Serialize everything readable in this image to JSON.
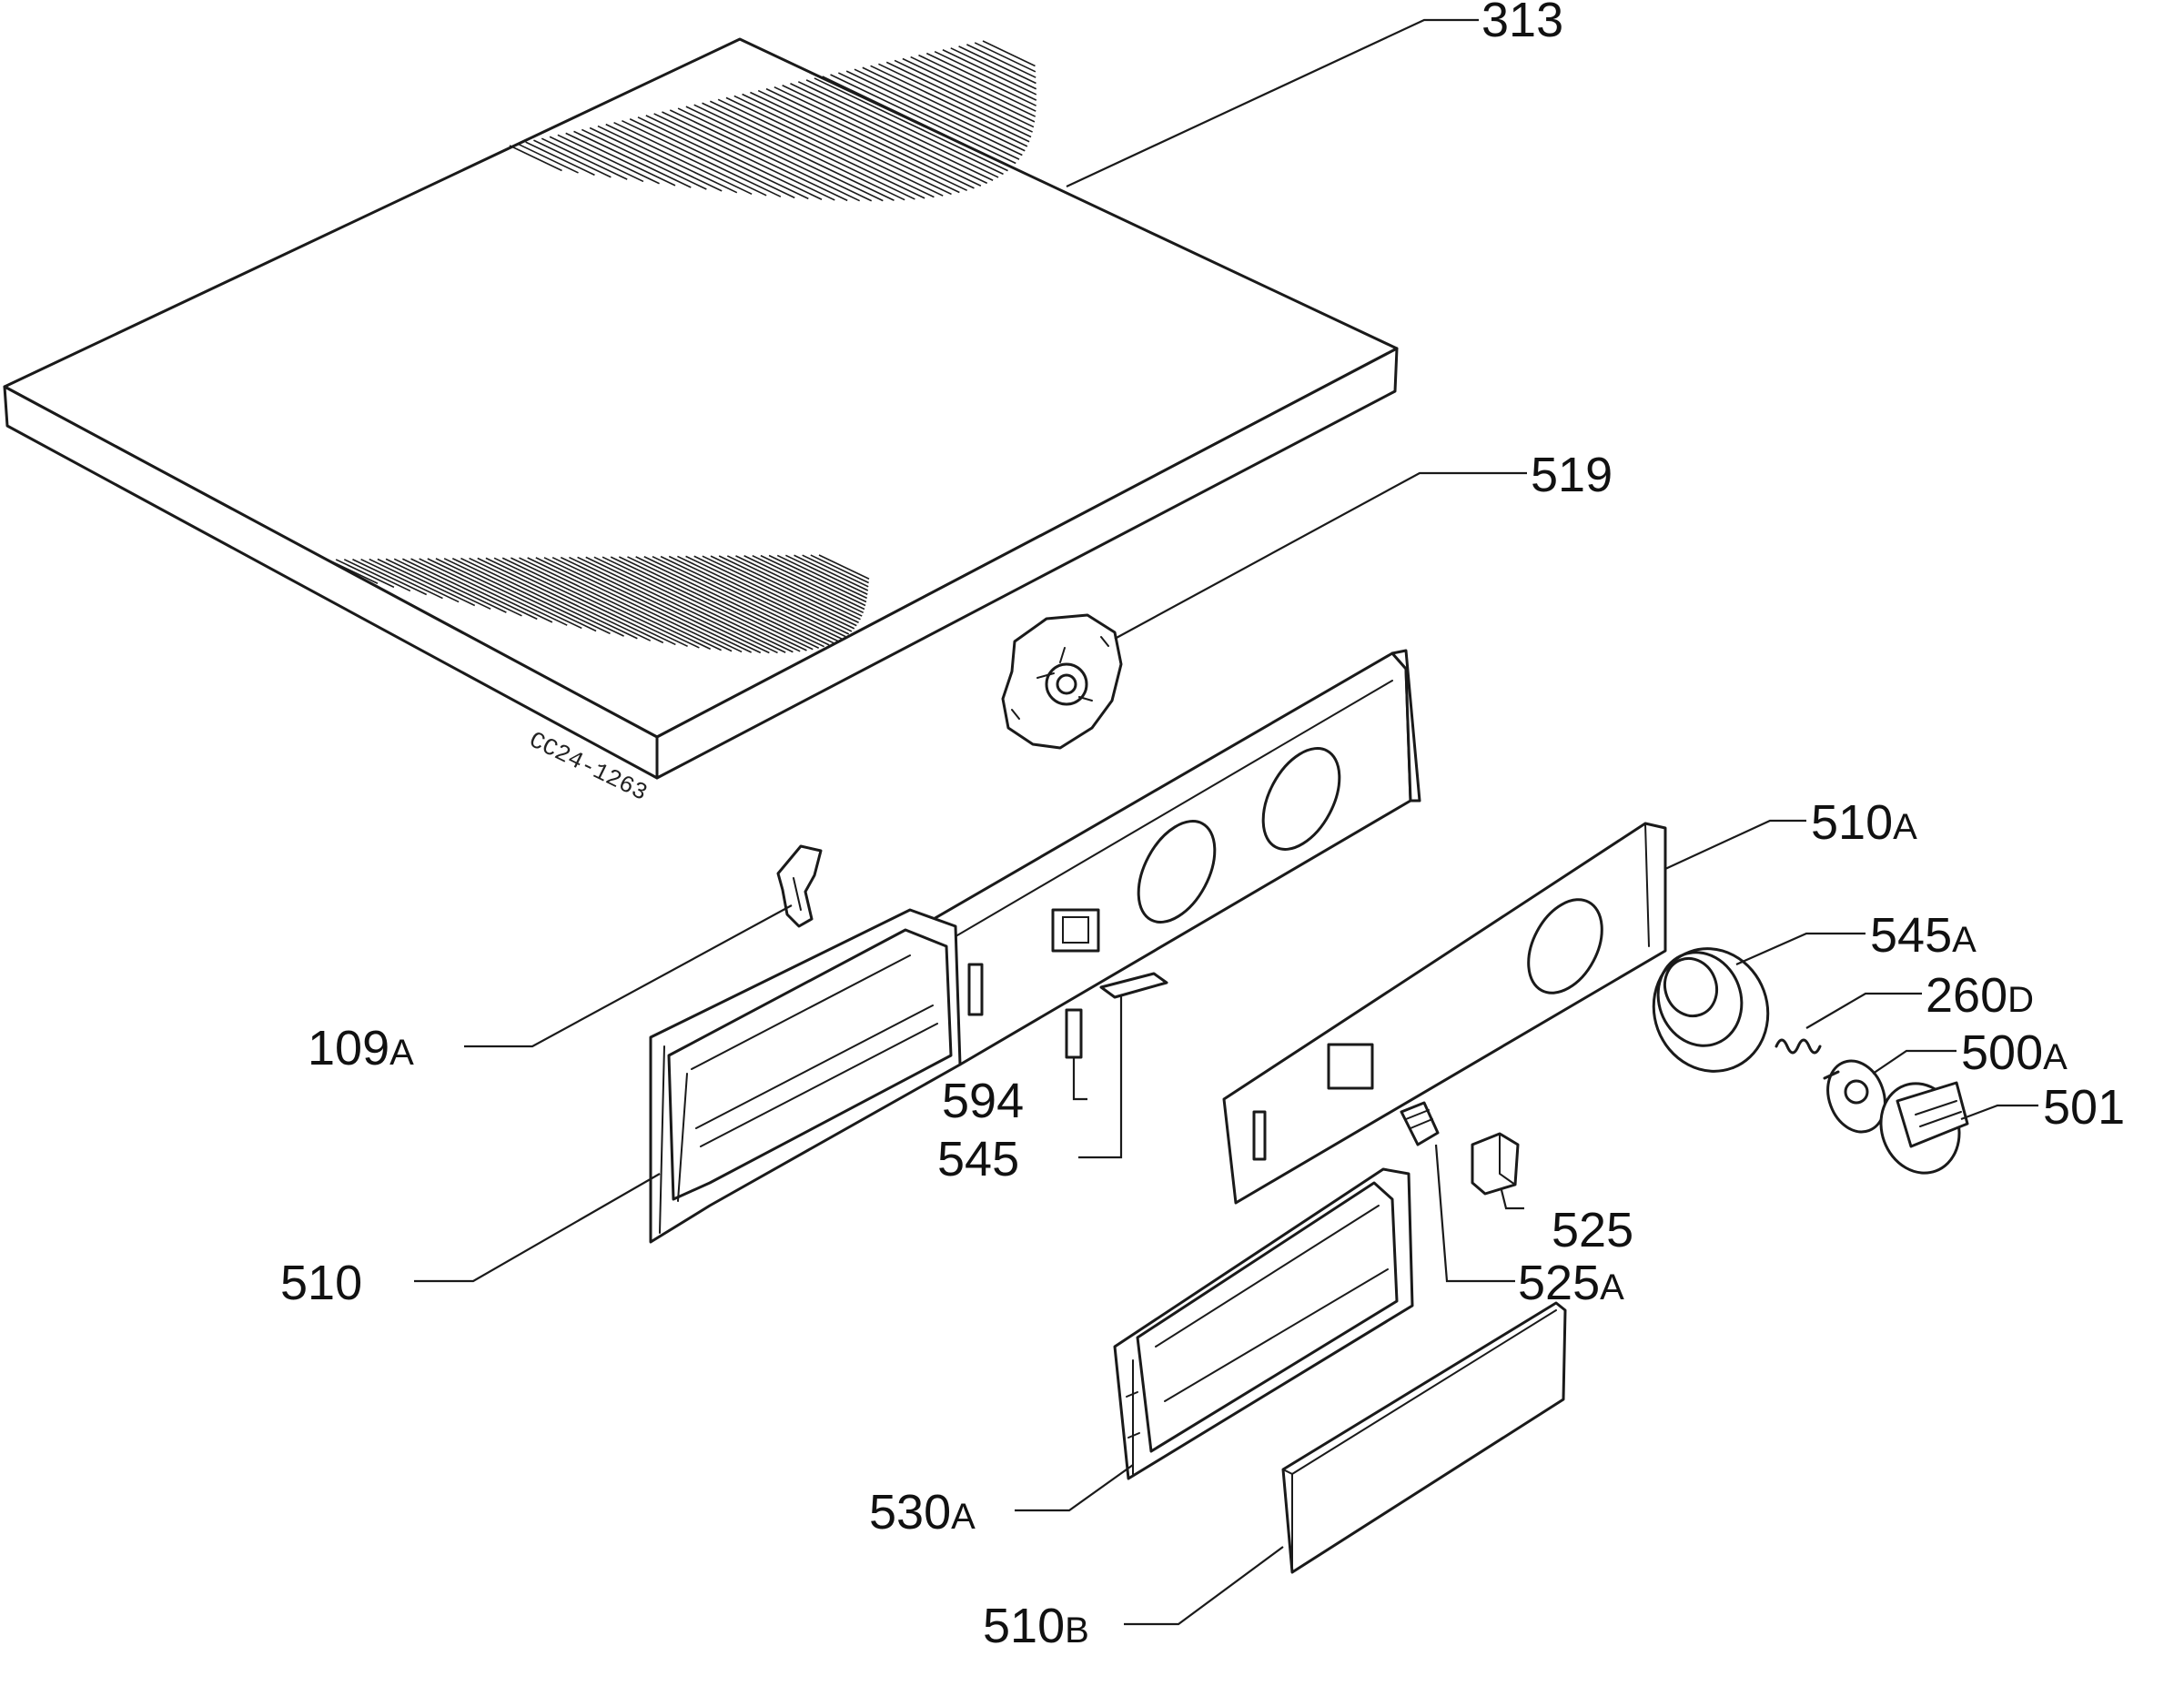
{
  "drawing_code": "CC24-1263",
  "callouts": [
    {
      "id": "313",
      "num": "313",
      "suffix": ""
    },
    {
      "id": "519",
      "num": "519",
      "suffix": ""
    },
    {
      "id": "510A",
      "num": "510",
      "suffix": "A"
    },
    {
      "id": "545A",
      "num": "545",
      "suffix": "A"
    },
    {
      "id": "260D",
      "num": "260",
      "suffix": "D"
    },
    {
      "id": "500A",
      "num": "500",
      "suffix": "A"
    },
    {
      "id": "501",
      "num": "501",
      "suffix": ""
    },
    {
      "id": "109A",
      "num": "109",
      "suffix": "A"
    },
    {
      "id": "594",
      "num": "594",
      "suffix": ""
    },
    {
      "id": "545",
      "num": "545",
      "suffix": ""
    },
    {
      "id": "510",
      "num": "510",
      "suffix": ""
    },
    {
      "id": "525",
      "num": "525",
      "suffix": ""
    },
    {
      "id": "525A",
      "num": "525",
      "suffix": "A"
    },
    {
      "id": "530A",
      "num": "530",
      "suffix": "A"
    },
    {
      "id": "510B",
      "num": "510",
      "suffix": "B"
    }
  ]
}
